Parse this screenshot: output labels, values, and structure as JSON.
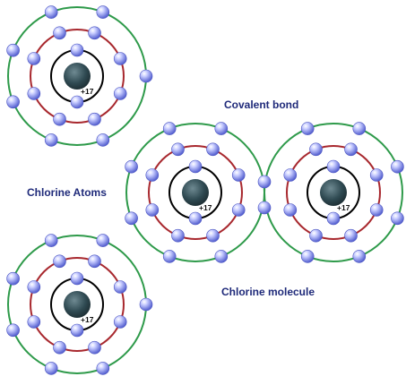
{
  "labels": {
    "covalent_bond": "Covalent bond",
    "chlorine_atoms": "Chlorine Atoms",
    "chlorine_molecule": "Chlorine molecule",
    "nucleus_charge": "+17"
  },
  "shell_electron_counts": [
    2,
    8,
    7
  ],
  "atoms": [
    {
      "name": "chlorine-atom-1",
      "shared": "none"
    },
    {
      "name": "chlorine-atom-2",
      "shared": "none"
    },
    {
      "name": "molecule-atom-left",
      "shared": "right"
    },
    {
      "name": "molecule-atom-right",
      "shared": "left"
    }
  ],
  "colors": {
    "outer_shell": "#2e9a4a",
    "middle_shell": "#a8282e",
    "inner_shell": "#000000",
    "nucleus": "#2f4a52",
    "electron": "#7b85e8",
    "label": "#1f2a7a"
  }
}
